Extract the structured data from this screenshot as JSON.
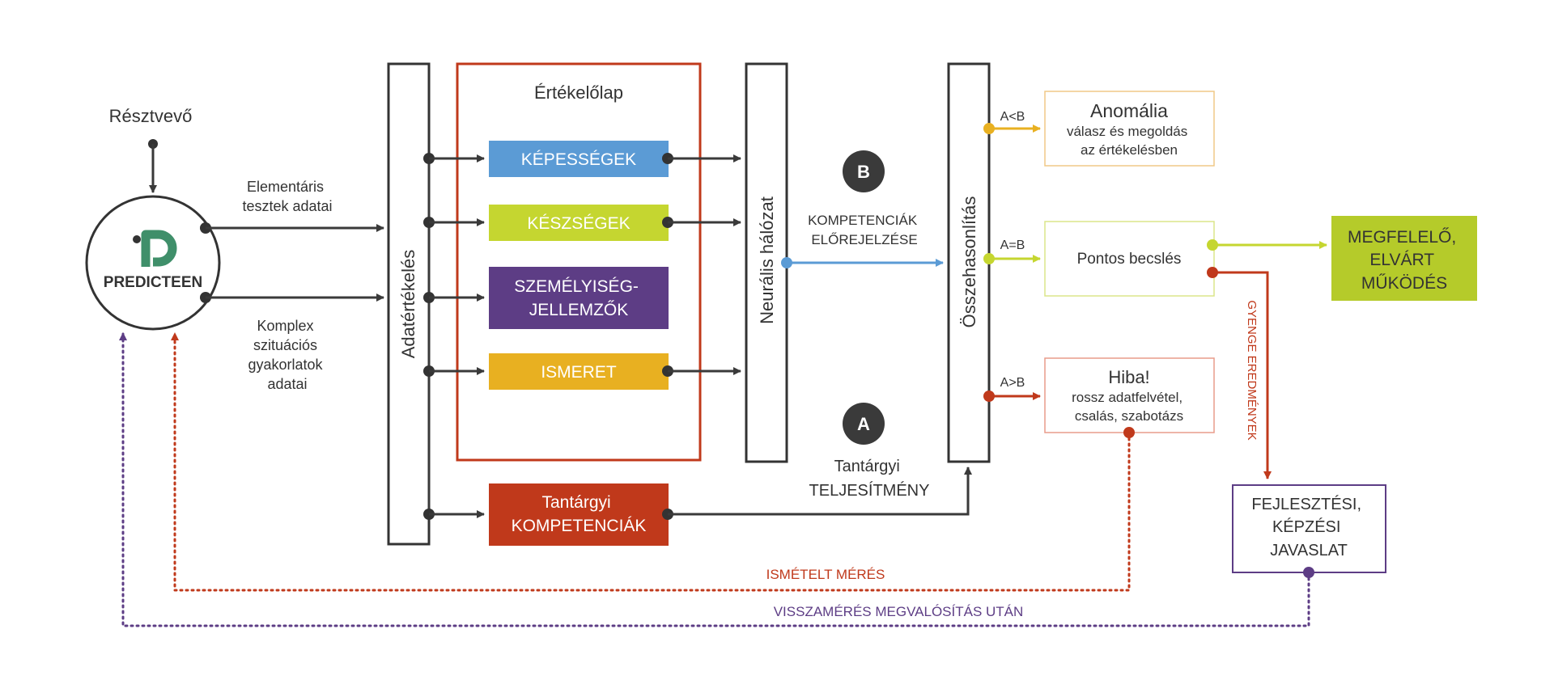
{
  "participant": "Résztvevő",
  "logo_text": "PREDICTEEN",
  "input_labels": {
    "elementary": [
      "Elementáris",
      "tesztek adatai"
    ],
    "complex": [
      "Komplex",
      "szituációs",
      "gyakorlatok",
      "adatai"
    ]
  },
  "data_eval": "Adatértékelés",
  "sheet_title": "Értékelőlap",
  "categories": [
    {
      "lines": [
        "KÉPESSÉGEK"
      ],
      "color": "#5b9bd5"
    },
    {
      "lines": [
        "KÉSZSÉGEK"
      ],
      "color": "#c5d630"
    },
    {
      "lines": [
        "SZEMÉLYISÉG-",
        "JELLEMZŐK"
      ],
      "color": "#5d3d85"
    },
    {
      "lines": [
        "ISMERET"
      ],
      "color": "#e8b021"
    }
  ],
  "subject_competence": [
    "Tantárgyi",
    "KOMPETENCIÁK"
  ],
  "neural_network": "Neurális hálózat",
  "comparison": "Összehasonlítás",
  "badge_b": "B",
  "badge_a": "A",
  "prediction_label": [
    "KOMPETENCIÁK",
    "ELŐREJELZÉSE"
  ],
  "performance_label": [
    "Tantárgyi",
    "TELJESÍTMÉNY"
  ],
  "conditions": [
    "A<B",
    "A=B",
    "A>B"
  ],
  "anomaly": {
    "title": "Anomália",
    "lines": [
      "válasz és megoldás",
      "az értékelésben"
    ]
  },
  "accurate": "Pontos becslés",
  "error": {
    "title": "Hiba!",
    "lines": [
      "rossz adatfelvétel,",
      "csalás, szabotázs"
    ]
  },
  "expected": [
    "MEGFELELŐ,",
    "ELVÁRT",
    "MŰKÖDÉS"
  ],
  "weak_results": "GYENGE EREDMÉNYEK",
  "development": [
    "FEJLESZTÉSI,",
    "KÉPZÉSI",
    "JAVASLAT"
  ],
  "remeasure": "ISMÉTELT MÉRÉS",
  "post_measure": "VISSZAMÉRÉS MEGVALÓSÍTÁS UTÁN",
  "colors": {
    "dark": "#333333",
    "red": "#c0391b",
    "blue": "#5b9bd5",
    "lime": "#c5d630",
    "purple": "#5d3d85",
    "yellow": "#e8b021",
    "orange": "#e8a33a",
    "green_logo": "#3f8f6a"
  }
}
